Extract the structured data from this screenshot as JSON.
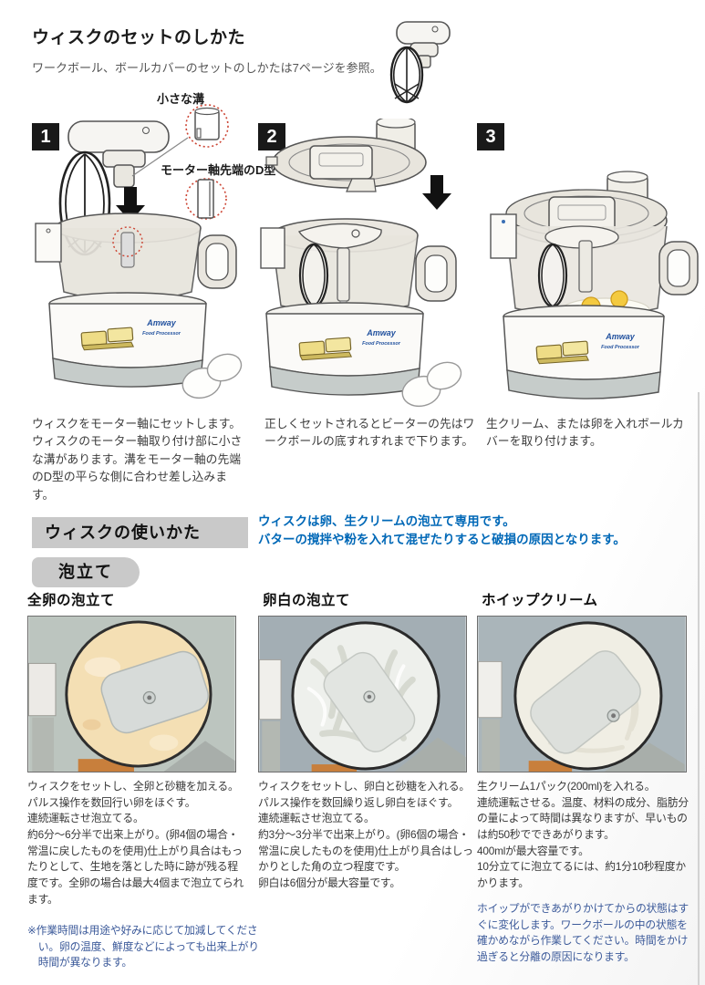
{
  "page": {
    "title": "ウィスクのセットのしかた",
    "subtitle": "ワークボール、ボールカバーのセットのしかたは7ページを参照。"
  },
  "callouts": {
    "small_groove": "小さな溝",
    "d_shape": "モーター軸先端のD型"
  },
  "steps": [
    {
      "number": "1",
      "caption": "ウィスクをモーター軸にセットします。ウィスクのモーター軸取り付け部に小さな溝があります。溝をモーター軸の先端のD型の平らな側に合わせ差し込みます。"
    },
    {
      "number": "2",
      "caption": "正しくセットされるとビーターの先はワークボールの底すれすれまで下ります。"
    },
    {
      "number": "3",
      "caption": "生クリーム、または卵を入れボールカバーを取り付けます。"
    }
  ],
  "usage": {
    "heading": "ウィスクの使いかた",
    "note": "ウィスクは卵、生クリームの泡立て専用です。\nバターの撹拌や粉を入れて混ぜたりすると破損の原因となります。",
    "subheading": "泡立て"
  },
  "columns": [
    {
      "title": "全卵の泡立て",
      "body": "ウィスクをセットし、全卵と砂糖を加える。\nパルス操作を数回行い卵をほぐす。\n連続運転させ泡立てる。\n約6分〜6分半で出来上がり。(卵4個の場合・常温に戻したものを使用)仕上がり具合はもったりとして、生地を落とした時に跡が残る程度です。全卵の場合は最大4個まで泡立てられます。"
    },
    {
      "title": "卵白の泡立て",
      "body": "ウィスクをセットし、卵白と砂糖を入れる。\nパルス操作を数回繰り返し卵白をほぐす。\n連続運転させ泡立てる。\n約3分〜3分半で出来上がり。(卵6個の場合・常温に戻したものを使用)仕上がり具合はしっかりとした角の立つ程度です。\n卵白は6個分が最大容量です。"
    },
    {
      "title": "ホイップクリーム",
      "body": "生クリーム1パック(200ml)を入れる。\n連続運転させる。温度、材料の成分、脂肪分の量によって時間は異なりますが、早いものは約50秒でできあがります。\n400mlが最大容量です。\n10分立てに泡立てるには、約1分10秒程度かかります。",
      "note": "ホイップができあがりかけてからの状態はすぐに変化します。ワークボールの中の状態を確かめながら作業してください。時間をかけ過ぎると分離の原因になります。"
    }
  ],
  "footnote": "※作業時間は用途や好みに応じて加減してください。卵の温度、鮮度などによっても出来上がり時間が異なります。",
  "machine": {
    "brand": "Amway",
    "model": "Food Processor"
  },
  "colors": {
    "accent_blue": "#0068b7",
    "note_blue": "#3c5a9a",
    "bar_gray": "#c9c9c9",
    "badge_black": "#191919",
    "callout_red": "#cc4433",
    "button_yellow": "#ecdc8a",
    "brand_blue": "#20509e",
    "egg_yolk": "#f4ca40"
  }
}
